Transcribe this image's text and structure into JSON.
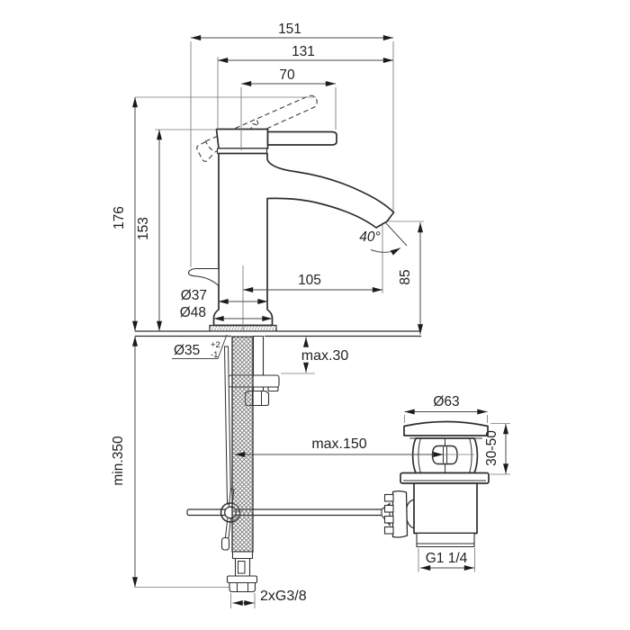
{
  "drawing": {
    "type": "technical-dimension-drawing",
    "subject": "single-lever basin mixer with pop-up waste",
    "colors": {
      "background": "#ffffff",
      "line": "#2e2e2e",
      "dimension_line": "#4a4a4a",
      "text": "#222222"
    },
    "dimensions": {
      "total_width": "151",
      "width_to_spout": "131",
      "lever_length": "70",
      "total_height": "176",
      "height_to_body_top": "153",
      "spout_reach": "105",
      "outlet_height": "85",
      "spout_angle": "40°",
      "body_diameter": "Ø37",
      "base_diameter": "Ø48",
      "mounting_hole_diameter": "Ø35",
      "mounting_hole_tol_upper": "+2",
      "mounting_hole_tol_lower": "-1",
      "max_deck_thickness": "max.30",
      "min_clearance_below": "min.350",
      "waste_flange_diameter": "Ø63",
      "basin_clamp_range": "30-50",
      "max_rod_reach": "max.150",
      "waste_outlet_thread": "G1 1/4",
      "supply_connection_thread": "2xG3/8"
    }
  }
}
